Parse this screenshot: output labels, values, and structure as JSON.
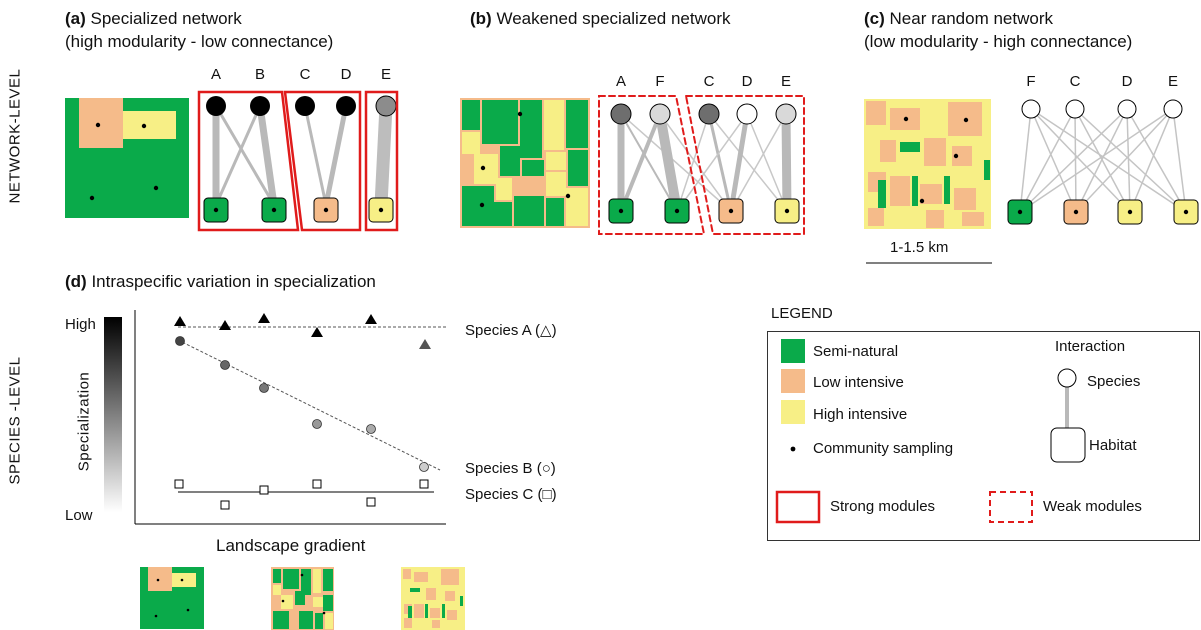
{
  "colors": {
    "semi_natural": "#0aaa4a",
    "low_intensive": "#f5bb8a",
    "high_intensive": "#f7ef86",
    "strong_module": "#e01b1b",
    "edge": "#b9b9b9"
  },
  "row_labels": {
    "network": "NETWORK-LEVEL",
    "species": "SPECIES -LEVEL"
  },
  "panel_a": {
    "tag": "(a)",
    "title": "Specialized network",
    "subtitle": "(high modularity - low connectance)",
    "species": [
      "A",
      "B",
      "C",
      "D",
      "E"
    ]
  },
  "panel_b": {
    "tag": "(b)",
    "title": "Weakened specialized network",
    "species": [
      "A",
      "F",
      "C",
      "D",
      "E"
    ]
  },
  "panel_c": {
    "tag": "(c)",
    "title": "Near random network",
    "subtitle": "(low modularity - high connectance)",
    "species": [
      "F",
      "C",
      "D",
      "E"
    ],
    "scale": "1-1.5 km"
  },
  "panel_d": {
    "tag": "(d)",
    "title": "Intraspecific variation in specialization",
    "ylabel": "Specialization",
    "y_high": "High",
    "y_low": "Low",
    "xlabel": "Landscape gradient",
    "series": [
      {
        "name": "Species A (△)",
        "marker": "triangle"
      },
      {
        "name": "Species B (○)",
        "marker": "circle"
      },
      {
        "name": "Species C (□)",
        "marker": "square"
      }
    ]
  },
  "legend": {
    "title": "LEGEND",
    "semi_natural": "Semi-natural",
    "low_intensive": "Low intensive",
    "high_intensive": "High intensive",
    "sampling": "Community sampling",
    "interaction": "Interaction",
    "species": "Species",
    "habitat": "Habitat",
    "strong": "Strong modules",
    "weak": "Weak modules"
  }
}
